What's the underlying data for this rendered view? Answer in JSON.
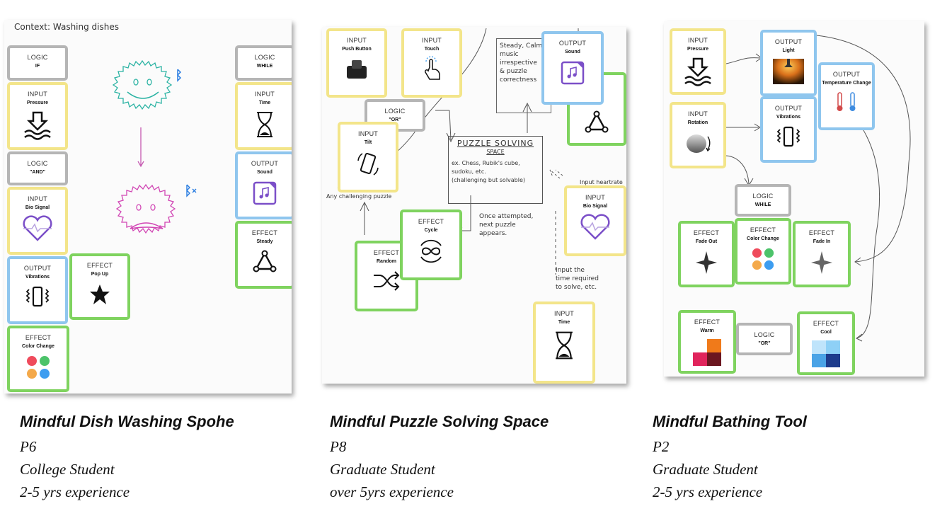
{
  "panels": [
    {
      "context": "Context: Washing dishes",
      "title": "Mindful Dish Washing Spohe",
      "participant": "P6",
      "role": "College Student",
      "experience": "2-5 yrs experience",
      "cards": [
        {
          "type": "LOGIC",
          "name": "IF"
        },
        {
          "type": "INPUT",
          "name": "Pressure"
        },
        {
          "type": "LOGIC",
          "name": "\"AND\""
        },
        {
          "type": "INPUT",
          "name": "Bio Signal"
        },
        {
          "type": "OUTPUT",
          "name": "Vibrations"
        },
        {
          "type": "EFFECT",
          "name": "Pop Up"
        },
        {
          "type": "EFFECT",
          "name": "Color Change"
        },
        {
          "type": "LOGIC",
          "name": "WHILE"
        },
        {
          "type": "INPUT",
          "name": "Time"
        },
        {
          "type": "OUTPUT",
          "name": "Sound"
        },
        {
          "type": "EFFECT",
          "name": "Steady"
        }
      ]
    },
    {
      "title": "Mindful Puzzle Solving Space",
      "participant": "P8",
      "role": "Graduate Student",
      "experience": "over 5yrs experience",
      "cards": [
        {
          "type": "INPUT",
          "name": "Push Button"
        },
        {
          "type": "INPUT",
          "name": "Touch"
        },
        {
          "type": "LOGIC",
          "name": "\"OR\""
        },
        {
          "type": "INPUT",
          "name": "Tilt"
        },
        {
          "type": "OUTPUT",
          "name": "Sound"
        },
        {
          "type": "EFFECT",
          "name": "Cycle"
        },
        {
          "type": "EFFECT",
          "name": "Random"
        },
        {
          "type": "INPUT",
          "name": "Bio Signal"
        },
        {
          "type": "INPUT",
          "name": "Time"
        }
      ],
      "notes": {
        "steady": [
          "Steady, Calm",
          "music",
          "irrespective",
          "& puzzle",
          "correctness"
        ],
        "space_title": [
          "PUZZLE SOLVING",
          "SPACE"
        ],
        "space_body": [
          "ex. Chess, Rubik's cube,",
          "sudoku, etc.",
          "(challenging but solvable)"
        ],
        "any": "Any challenging puzzle",
        "once": [
          "Once attempted,",
          "next puzzle",
          "appears."
        ],
        "input_heartrate": "Input heartrate",
        "input_time": [
          "Input the",
          "time required",
          "to solve, etc."
        ]
      }
    },
    {
      "title": "Mindful Bathing Tool",
      "participant": "P2",
      "role": "Graduate Student",
      "experience": "2-5 yrs experience",
      "cards": [
        {
          "type": "INPUT",
          "name": "Pressure"
        },
        {
          "type": "OUTPUT",
          "name": "Light"
        },
        {
          "type": "OUTPUT",
          "name": "Temperature Change"
        },
        {
          "type": "INPUT",
          "name": "Rotation"
        },
        {
          "type": "OUTPUT",
          "name": "Vibrations"
        },
        {
          "type": "LOGIC",
          "name": "WHILE"
        },
        {
          "type": "EFFECT",
          "name": "Fade Out"
        },
        {
          "type": "EFFECT",
          "name": "Color Change"
        },
        {
          "type": "EFFECT",
          "name": "Fade In"
        },
        {
          "type": "EFFECT",
          "name": "Warm"
        },
        {
          "type": "LOGIC",
          "name": "\"OR\""
        },
        {
          "type": "EFFECT",
          "name": "Cool"
        }
      ]
    }
  ],
  "colors": {
    "input": "#f3e58a",
    "output": "#8fc6ee",
    "effect": "#7fd35f",
    "logic": "#b5b5b5"
  }
}
